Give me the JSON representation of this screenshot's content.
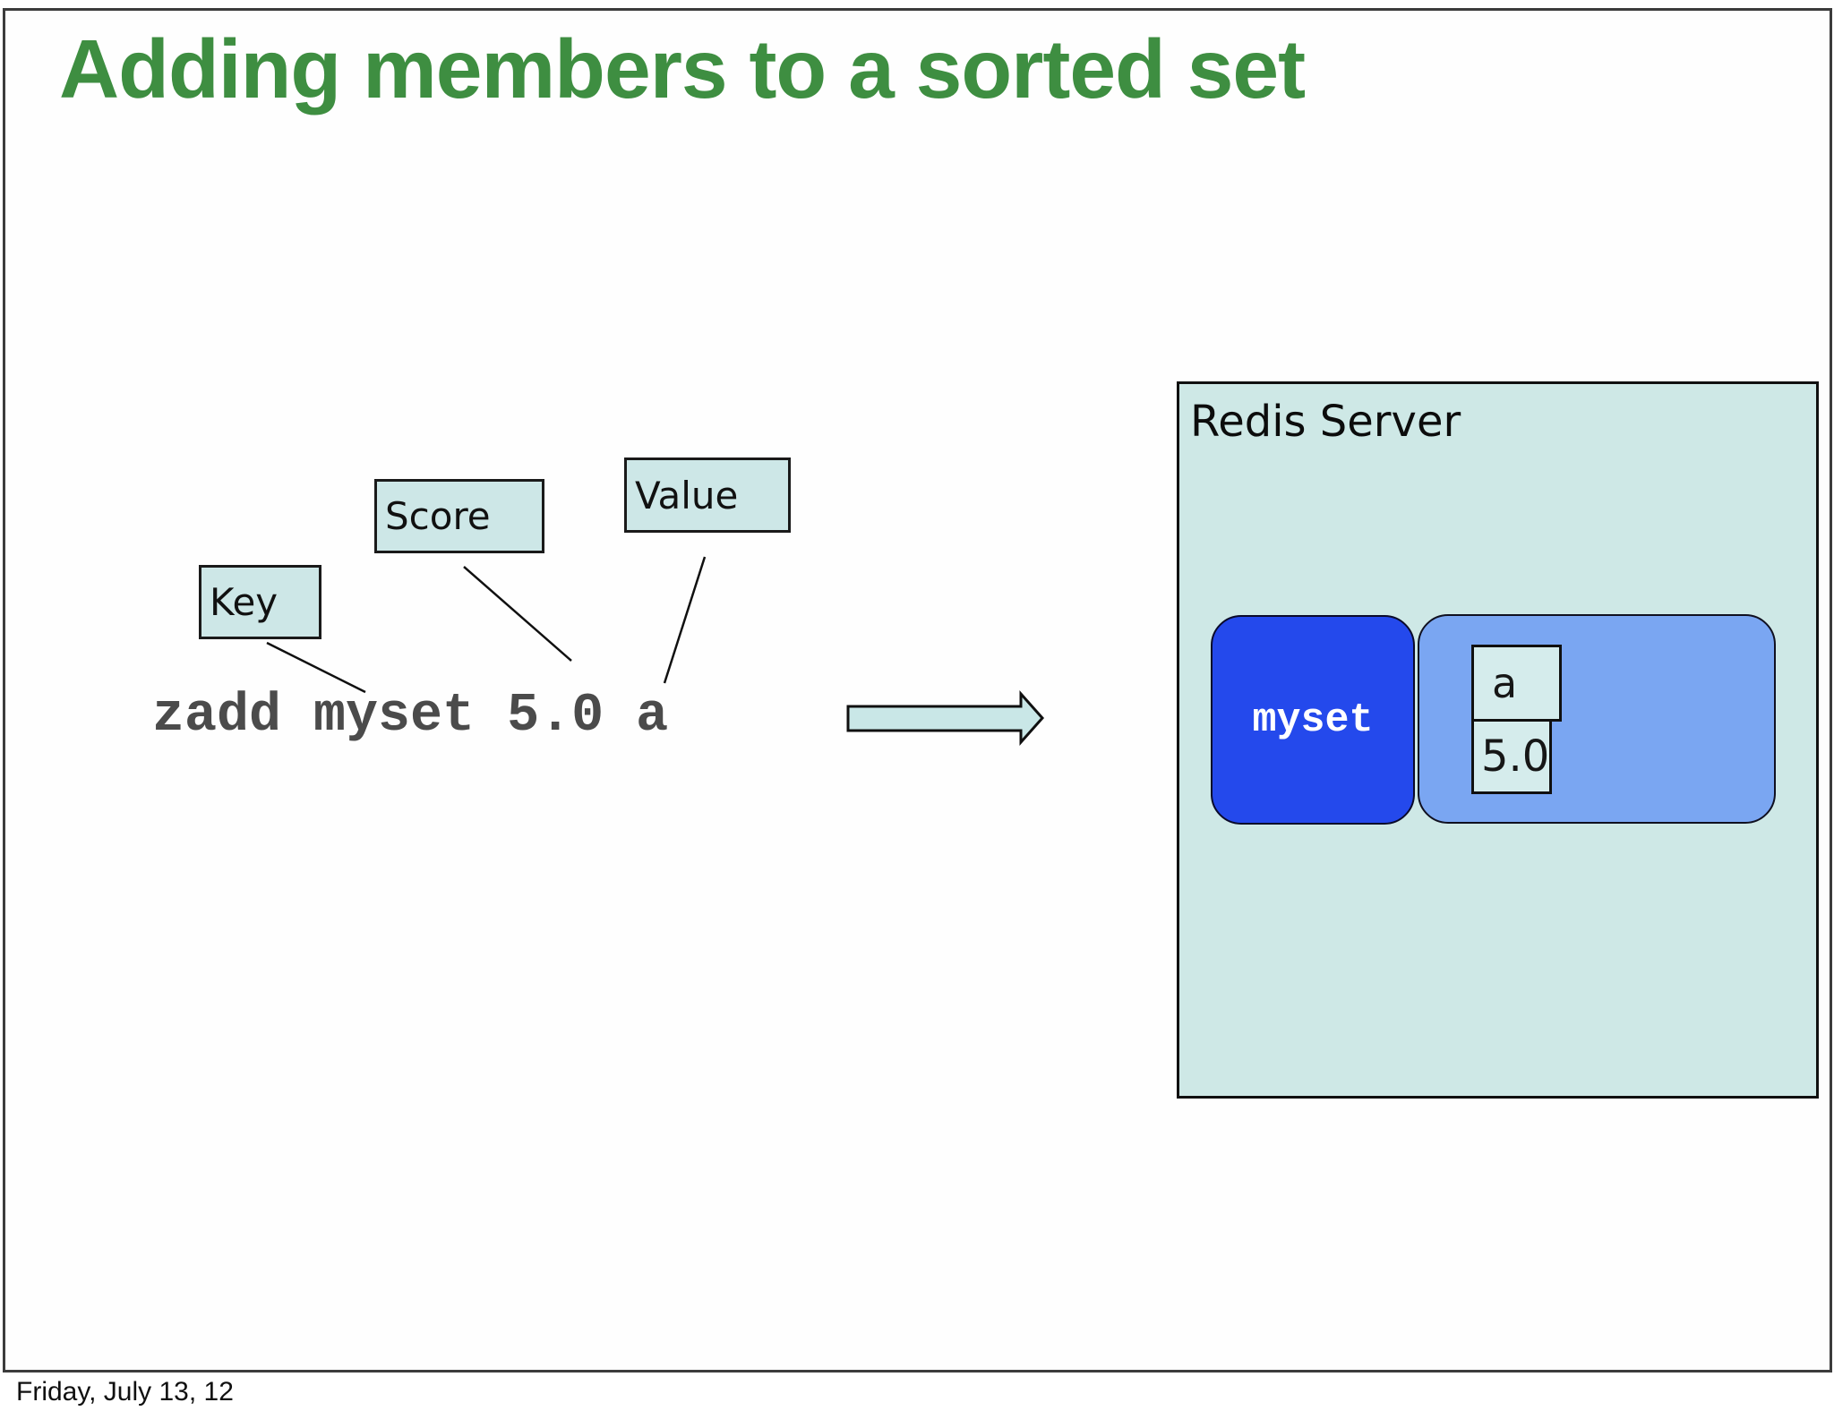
{
  "slide": {
    "title": "Adding members to a sorted set",
    "footer": "Friday, July 13, 12"
  },
  "command": {
    "text": "zadd myset 5.0 a",
    "annotations": {
      "key": {
        "label": "Key"
      },
      "score": {
        "label": "Score"
      },
      "value": {
        "label": "Value"
      }
    }
  },
  "server": {
    "title": "Redis Server",
    "key_name": "myset",
    "entry": {
      "member": "a",
      "score": "5.0"
    }
  },
  "colors": {
    "title_green": "#3e8e41",
    "label_box_fill": "#cde7e7",
    "server_fill": "#cee8e6",
    "set_key_fill": "#2449ec",
    "members_fill": "#7aa6f2",
    "cell_fill": "#d5ecec",
    "command_gray": "#4b4b4b",
    "arrow_fill": "#c9e7e7",
    "outline_black": "#101010"
  }
}
